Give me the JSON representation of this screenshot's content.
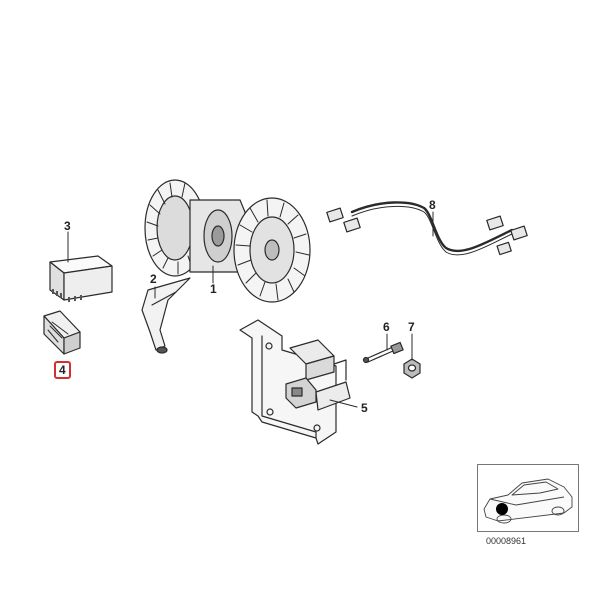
{
  "diagram": {
    "callouts": [
      "1",
      "2",
      "3",
      "4",
      "5",
      "6",
      "7",
      "8"
    ],
    "highlighted_callout": "4",
    "reference_code": "00008961",
    "colors": {
      "line": "#2b2b2b",
      "highlight": "#d32f2f",
      "marker": "#000000"
    }
  }
}
